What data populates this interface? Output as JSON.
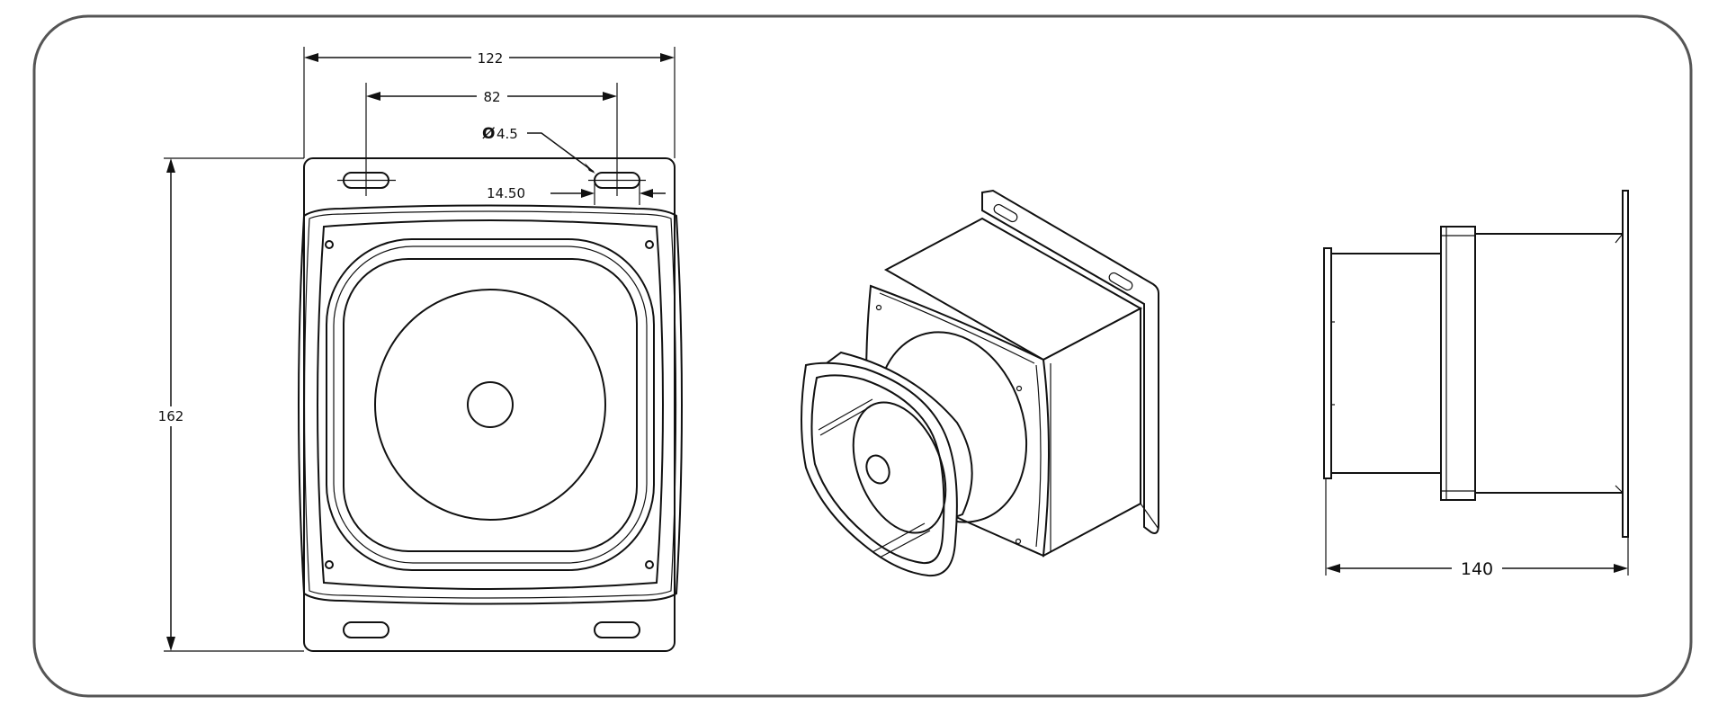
{
  "dimensions": {
    "width_overall": "122",
    "slot_spacing": "82",
    "hole_symbol": "Ø",
    "hole_diameter": "4.5",
    "slot_length": "14.50",
    "height_overall": "162",
    "depth_overall": "140"
  },
  "views": {
    "front": "front-view",
    "isometric": "isometric-view",
    "side": "side-view"
  },
  "colors": {
    "frame": "#555555",
    "line": "#111111",
    "background": "#ffffff"
  }
}
